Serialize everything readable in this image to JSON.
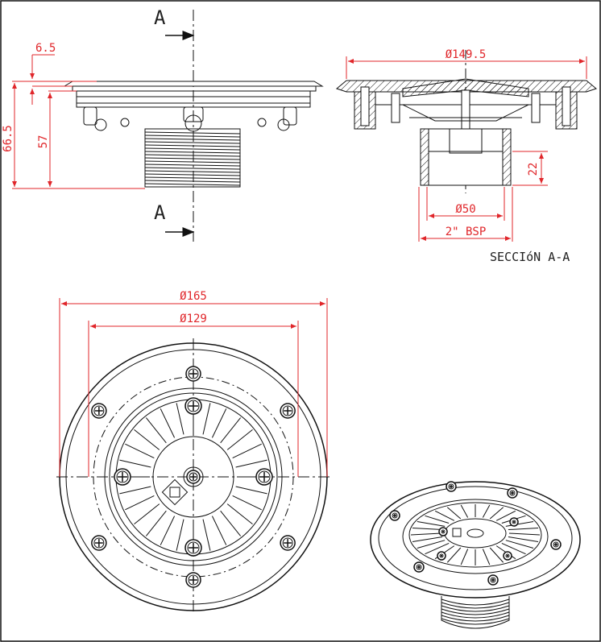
{
  "drawing": {
    "colors": {
      "line": "#111111",
      "dimension": "#e0262a",
      "background": "#ffffff"
    },
    "side_view": {
      "section_marker_top": "A",
      "section_marker_bottom": "A",
      "dim_flange": "6.5",
      "dim_total_height": "66.5",
      "dim_body_height": "57"
    },
    "section_view": {
      "dim_outer": "Ø149.5",
      "dim_bore": "Ø50",
      "dim_thread": "2\" BSP",
      "dim_thread_depth": "22",
      "title": "SECCIóN A-A"
    },
    "top_view": {
      "dim_outer": "Ø165",
      "dim_inner": "Ø129"
    },
    "iso_view": {}
  }
}
